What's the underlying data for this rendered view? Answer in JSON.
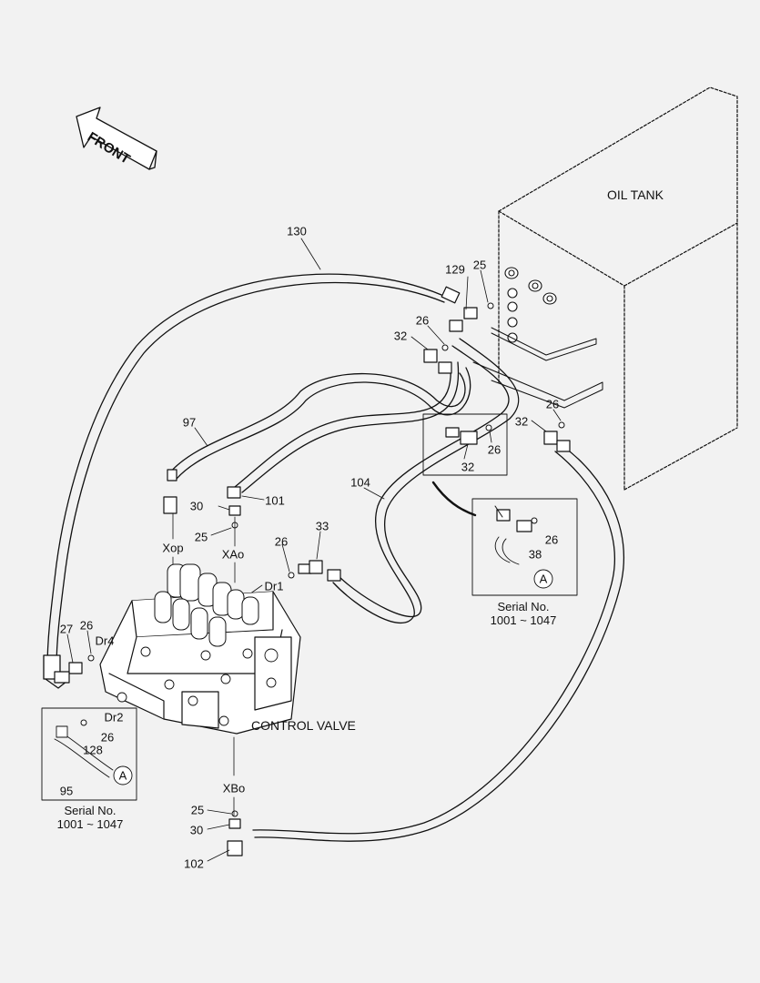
{
  "front_label": "FRONT",
  "oil_tank_label": "OIL TANK",
  "control_valve_label": "CONTROL VALVE",
  "ports": {
    "xop": "Xop",
    "xao": "XAo",
    "xbo": "XBo",
    "dr1": "Dr1",
    "dr2": "Dr2",
    "dr4": "Dr4"
  },
  "parts": {
    "p130": "130",
    "p129": "129",
    "p25_top": "25",
    "p26_top": "26",
    "p32_top": "32",
    "p97": "97",
    "p30_a": "30",
    "p101": "101",
    "p25_a": "25",
    "p104": "104",
    "p26_mid": "26",
    "p32_mid": "32",
    "p26_right": "26",
    "p32_right": "32",
    "p26_dr1": "26",
    "p33": "33",
    "p27": "27",
    "p26_dr4": "26",
    "p26_detail_left": "26",
    "p128": "128",
    "p95": "95",
    "p26_detail_right": "26",
    "p38": "38",
    "p25_b": "25",
    "p30_b": "30",
    "p102": "102"
  },
  "detail_callout": "A",
  "serial_right": {
    "line1": "Serial No.",
    "line2": "1001 ~ 1047"
  },
  "serial_left": {
    "line1": "Serial No.",
    "line2": "1001 ~ 1047"
  }
}
